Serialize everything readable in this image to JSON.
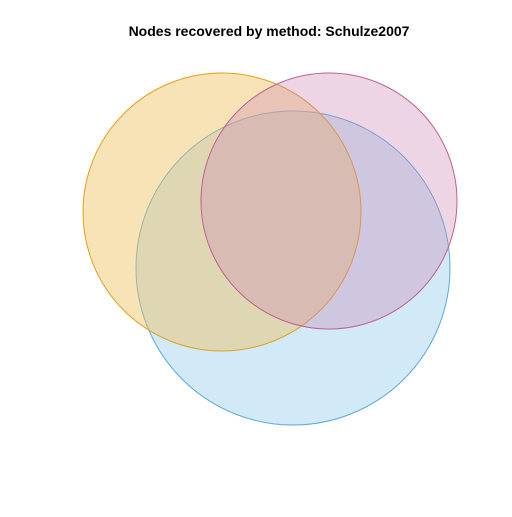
{
  "title": "Nodes recovered by method: Schulze2007",
  "sets": [
    {
      "id": "set-orange",
      "fill_color": "#f0c060",
      "stroke_color": "#e0a020",
      "fill_opacity": 0.45
    },
    {
      "id": "set-pink",
      "fill_color": "#cc88b4",
      "stroke_color": "#c0608f",
      "fill_opacity": 0.35
    },
    {
      "id": "set-blue",
      "fill_color": "#7ec4ea",
      "stroke_color": "#5aaad8",
      "fill_opacity": 0.35
    }
  ]
}
